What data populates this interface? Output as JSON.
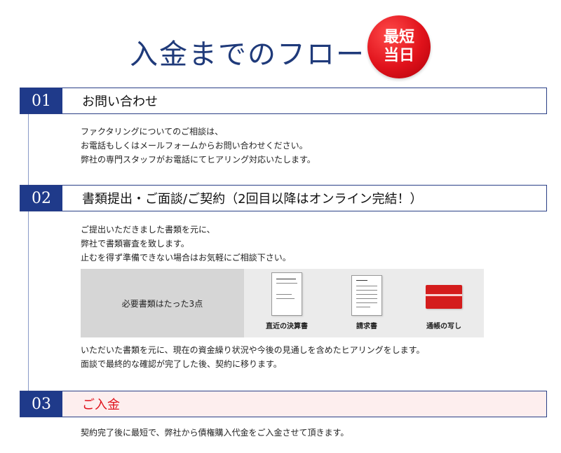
{
  "title": "入金までのフロー",
  "badge": {
    "line1": "最短",
    "line2": "当日"
  },
  "steps": [
    {
      "number": "01",
      "title": "お問い合わせ",
      "lines": [
        "ファクタリングについてのご相談は、",
        "お電話もしくはメールフォームからお問い合わせください。",
        "弊社の専門スタッフがお電話にてヒアリング対応いたします。"
      ]
    },
    {
      "number": "02",
      "title": "書類提出・ご面談/ご契約（2回目以降はオンライン完結！）",
      "lines": [
        "ご提出いただきました書類を元に、",
        "弊社で書類審査を致します。",
        "止むを得ず準備できない場合はお気軽にご相談下さい。"
      ],
      "docs": {
        "heading": "必要書類はたった3点",
        "items": [
          "直近の決算書",
          "請求書",
          "通帳の写し"
        ]
      },
      "after_lines": [
        "いただいた書類を元に、現在の資金繰り状況や今後の見通しを含めたヒアリングをします。",
        "面談で最終的な確認が完了した後、契約に移ります。"
      ]
    },
    {
      "number": "03",
      "title": "ご入金",
      "lines": [
        "契約完了後に最短で、弊社から債権購入代金をご入金させて頂きます。"
      ]
    }
  ],
  "colors": {
    "navy": "#1f3a8a",
    "red": "#e0121b",
    "pink": "#fdeeee"
  }
}
